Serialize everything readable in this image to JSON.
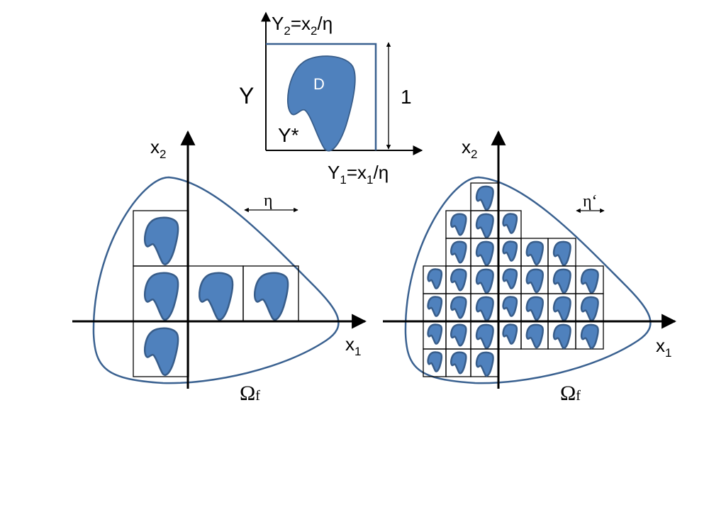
{
  "colors": {
    "blob_fill": "#4f81bd",
    "blob_stroke": "#385d8a",
    "domain_stroke": "#3a6190",
    "cell_stroke": "#000000",
    "axis": "#000000"
  },
  "unit_cell": {
    "y_axis_label": "Y",
    "y_axis_sub": "2",
    "y_axis_rest": "=x",
    "y_axis_sub2": "2",
    "y_axis_end": "/η",
    "x_axis_label": "Y",
    "x_axis_sub": "1",
    "x_axis_rest": "=x",
    "x_axis_sub2": "1",
    "x_axis_end": "/η",
    "cell_label": "Y",
    "fluid_label": "Y*",
    "inclusion_label": "D",
    "size_label": "1"
  },
  "left_panel": {
    "x2_label": "x",
    "x2_sub": "2",
    "x1_label": "x",
    "x1_sub": "1",
    "scale_label": "η",
    "domain_label": "Ω",
    "domain_sub": "f",
    "cells": [
      [
        188,
        297
      ],
      [
        188,
        375
      ],
      [
        265,
        375
      ],
      [
        343,
        375
      ],
      [
        188,
        453
      ]
    ],
    "cell_size": 78
  },
  "right_panel": {
    "x2_label": "x",
    "x2_sub": "2",
    "x1_label": "x",
    "x1_sub": "1",
    "scale_label": "η‘",
    "domain_label": "Ω",
    "domain_sub": "f",
    "col_edges": [
      597,
      629,
      664,
      703,
      735,
      773,
      812,
      851
    ],
    "row_edges": [
      258,
      297,
      336,
      375,
      414,
      453,
      492,
      531
    ],
    "rows": [
      {
        "row": 0,
        "cols": [
          2
        ]
      },
      {
        "row": 1,
        "cols": [
          1,
          2,
          3
        ]
      },
      {
        "row": 2,
        "cols": [
          1,
          2,
          3,
          4,
          5
        ]
      },
      {
        "row": 3,
        "cols": [
          0,
          1,
          2,
          3,
          4,
          5,
          6
        ]
      },
      {
        "row": 4,
        "cols": [
          0,
          1,
          2,
          3,
          4,
          5,
          6
        ]
      },
      {
        "row": 5,
        "cols": [
          0,
          1,
          2,
          3,
          4,
          5,
          6
        ]
      },
      {
        "row": 6,
        "cols": [
          0,
          1,
          2
        ]
      }
    ]
  }
}
